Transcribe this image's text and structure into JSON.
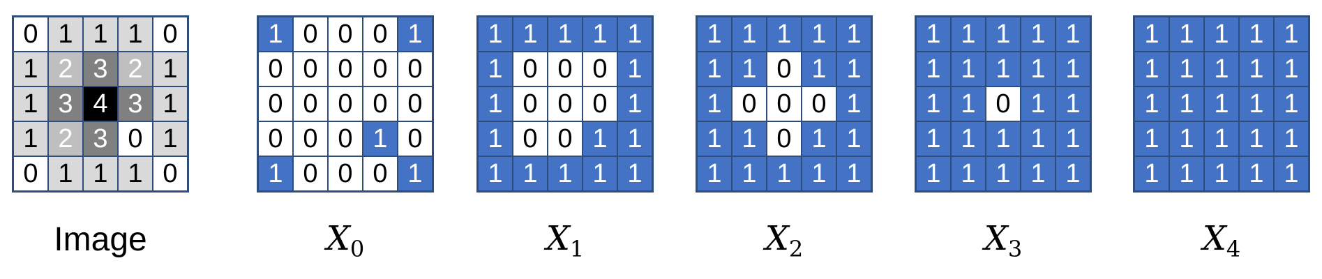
{
  "colors": {
    "blue": "#4472c4",
    "border": "#2f4d7c",
    "white": "#ffffff",
    "gray_levels": {
      "0": "#ffffff",
      "1": "#d9d9d9",
      "2": "#bfbfbf",
      "3": "#808080",
      "4": "#000000"
    }
  },
  "image_panel": {
    "label": "Image",
    "values": [
      [
        "0",
        "1",
        "1",
        "1",
        "0"
      ],
      [
        "1",
        "2",
        "3",
        "2",
        "1"
      ],
      [
        "1",
        "3",
        "4",
        "3",
        "1"
      ],
      [
        "1",
        "2",
        "3",
        "0",
        "1"
      ],
      [
        "0",
        "1",
        "1",
        "1",
        "0"
      ]
    ]
  },
  "binary_panels": [
    {
      "label_main": "X",
      "label_sub": "0",
      "values": [
        [
          "1",
          "0",
          "0",
          "0",
          "1"
        ],
        [
          "0",
          "0",
          "0",
          "0",
          "0"
        ],
        [
          "0",
          "0",
          "0",
          "0",
          "0"
        ],
        [
          "0",
          "0",
          "0",
          "1",
          "0"
        ],
        [
          "1",
          "0",
          "0",
          "0",
          "1"
        ]
      ]
    },
    {
      "label_main": "X",
      "label_sub": "1",
      "values": [
        [
          "1",
          "1",
          "1",
          "1",
          "1"
        ],
        [
          "1",
          "0",
          "0",
          "0",
          "1"
        ],
        [
          "1",
          "0",
          "0",
          "0",
          "1"
        ],
        [
          "1",
          "0",
          "0",
          "1",
          "1"
        ],
        [
          "1",
          "1",
          "1",
          "1",
          "1"
        ]
      ]
    },
    {
      "label_main": "X",
      "label_sub": "2",
      "values": [
        [
          "1",
          "1",
          "1",
          "1",
          "1"
        ],
        [
          "1",
          "1",
          "0",
          "1",
          "1"
        ],
        [
          "1",
          "0",
          "0",
          "0",
          "1"
        ],
        [
          "1",
          "1",
          "0",
          "1",
          "1"
        ],
        [
          "1",
          "1",
          "1",
          "1",
          "1"
        ]
      ]
    },
    {
      "label_main": "X",
      "label_sub": "3",
      "values": [
        [
          "1",
          "1",
          "1",
          "1",
          "1"
        ],
        [
          "1",
          "1",
          "1",
          "1",
          "1"
        ],
        [
          "1",
          "1",
          "0",
          "1",
          "1"
        ],
        [
          "1",
          "1",
          "1",
          "1",
          "1"
        ],
        [
          "1",
          "1",
          "1",
          "1",
          "1"
        ]
      ]
    },
    {
      "label_main": "X",
      "label_sub": "4",
      "values": [
        [
          "1",
          "1",
          "1",
          "1",
          "1"
        ],
        [
          "1",
          "1",
          "1",
          "1",
          "1"
        ],
        [
          "1",
          "1",
          "1",
          "1",
          "1"
        ],
        [
          "1",
          "1",
          "1",
          "1",
          "1"
        ],
        [
          "1",
          "1",
          "1",
          "1",
          "1"
        ]
      ]
    }
  ]
}
